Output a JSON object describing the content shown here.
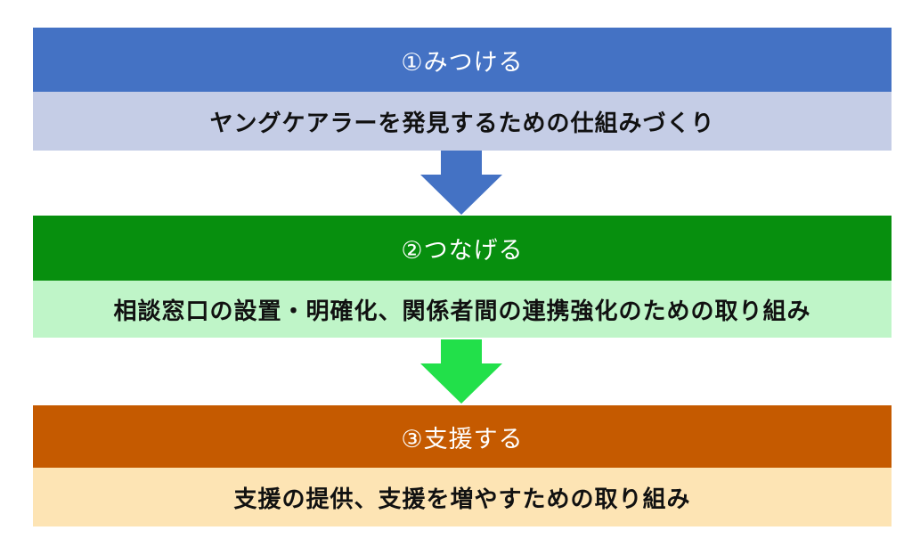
{
  "steps": [
    {
      "title": "①みつける",
      "description": "ヤングケアラーを発見するための仕組みづくり",
      "header_color": "#4472C4",
      "body_color": "#C5CDE6"
    },
    {
      "title": "②つなげる",
      "description": "相談窓口の設置・明確化、関係者間の連携強化のための取り組み",
      "header_color": "#078F0E",
      "body_color": "#BFF5C8"
    },
    {
      "title": "③支援する",
      "description": "支援の提供、支援を増やすための取り組み",
      "header_color": "#C55A00",
      "body_color": "#FDE4B4"
    }
  ],
  "arrows": [
    {
      "color": "#4472C4"
    },
    {
      "color": "#22E04A"
    }
  ]
}
